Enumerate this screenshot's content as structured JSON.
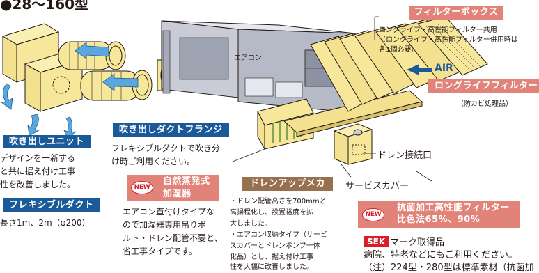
{
  "title": "●28〜160型",
  "unit_label": "エアコン",
  "air_label": "AIR",
  "filter_box": {
    "label": "フィルターボックス",
    "notes": [
      "ロングライフ・高性能フィルター共用",
      "（ロングライフ・高性能フィルター併用時は",
      "各1個必要）"
    ]
  },
  "longlife_filter": {
    "label": "ロングライフフィルター",
    "note": "（防カビ処理品）"
  },
  "outlet_unit": {
    "label": "吹き出しユニット",
    "desc": [
      "デザインを一新する",
      "と共に据え付け工事",
      "性を改善しました。"
    ]
  },
  "flexible_duct": {
    "label": "フレキシブルダクト",
    "desc": "長さ1m、2m（φ200）"
  },
  "duct_flange": {
    "label": "吹き出しダクトフランジ",
    "desc": [
      "フレキシブルダクトで吹き分",
      "け時ご利用ください。"
    ]
  },
  "humidifier": {
    "badge": "NEW",
    "label": [
      "自然蒸発式",
      "加湿器"
    ],
    "desc": [
      "エアコン直付けタイプな",
      "ので加湿器専用吊りボ",
      "ルト・ドレン配管不要と、",
      "省工事タイプです。"
    ]
  },
  "drain_up": {
    "label": "ドレンアップメカ",
    "desc": [
      "・ドレン配管高さを700mmと",
      "  高揚程化し、設置裕度を拡",
      "  大しました。",
      "・エアコン収納タイプ（サービ",
      "  スカバーとドレンポンプ一体",
      "  化品）とし、据え付け工事",
      "  性を大幅に改善しました。"
    ]
  },
  "drain_port": {
    "label": "ドレン接続口"
  },
  "service_cover": {
    "label": "サービスカバー"
  },
  "antibac_filter": {
    "badge": "NEW",
    "label": [
      "抗菌加工高性能フィルター",
      "比色法65%、90%"
    ],
    "sek": "SEK",
    "sek_text": "マーク取得品",
    "desc": "病院、特老などにもご利用ください。",
    "note": "（注）224型・280型は標準素材（抗菌加"
  },
  "colors": {
    "label_blue": "#1b5a99",
    "label_brown": "#97704f",
    "label_salmon": "#e2837a",
    "new_red": "#d81e2a",
    "flow_blue": "#5aa7df",
    "parts_yellow": "#f6e79a",
    "unit_grey": "#c9ccd6"
  },
  "icons": [
    "airflow-arrow-icon",
    "air-direction-arrow-icon",
    "new-badge-icon",
    "sek-mark-icon"
  ]
}
